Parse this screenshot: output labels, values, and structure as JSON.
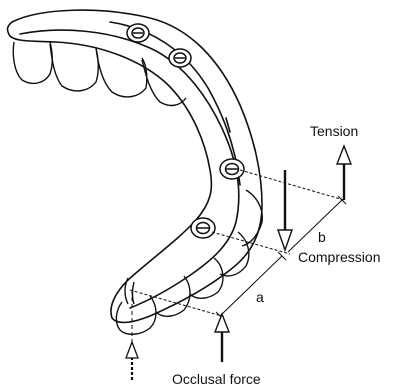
{
  "labels": {
    "tension": "Tension",
    "compression": "Compression",
    "occlusal_force": "Occlusal force",
    "dim_a": "a",
    "dim_b": "b"
  },
  "colors": {
    "line": "#111111",
    "background": "#ffffff"
  },
  "icons": {
    "screw": "hex-screw-head",
    "arrow": "force-arrow"
  }
}
